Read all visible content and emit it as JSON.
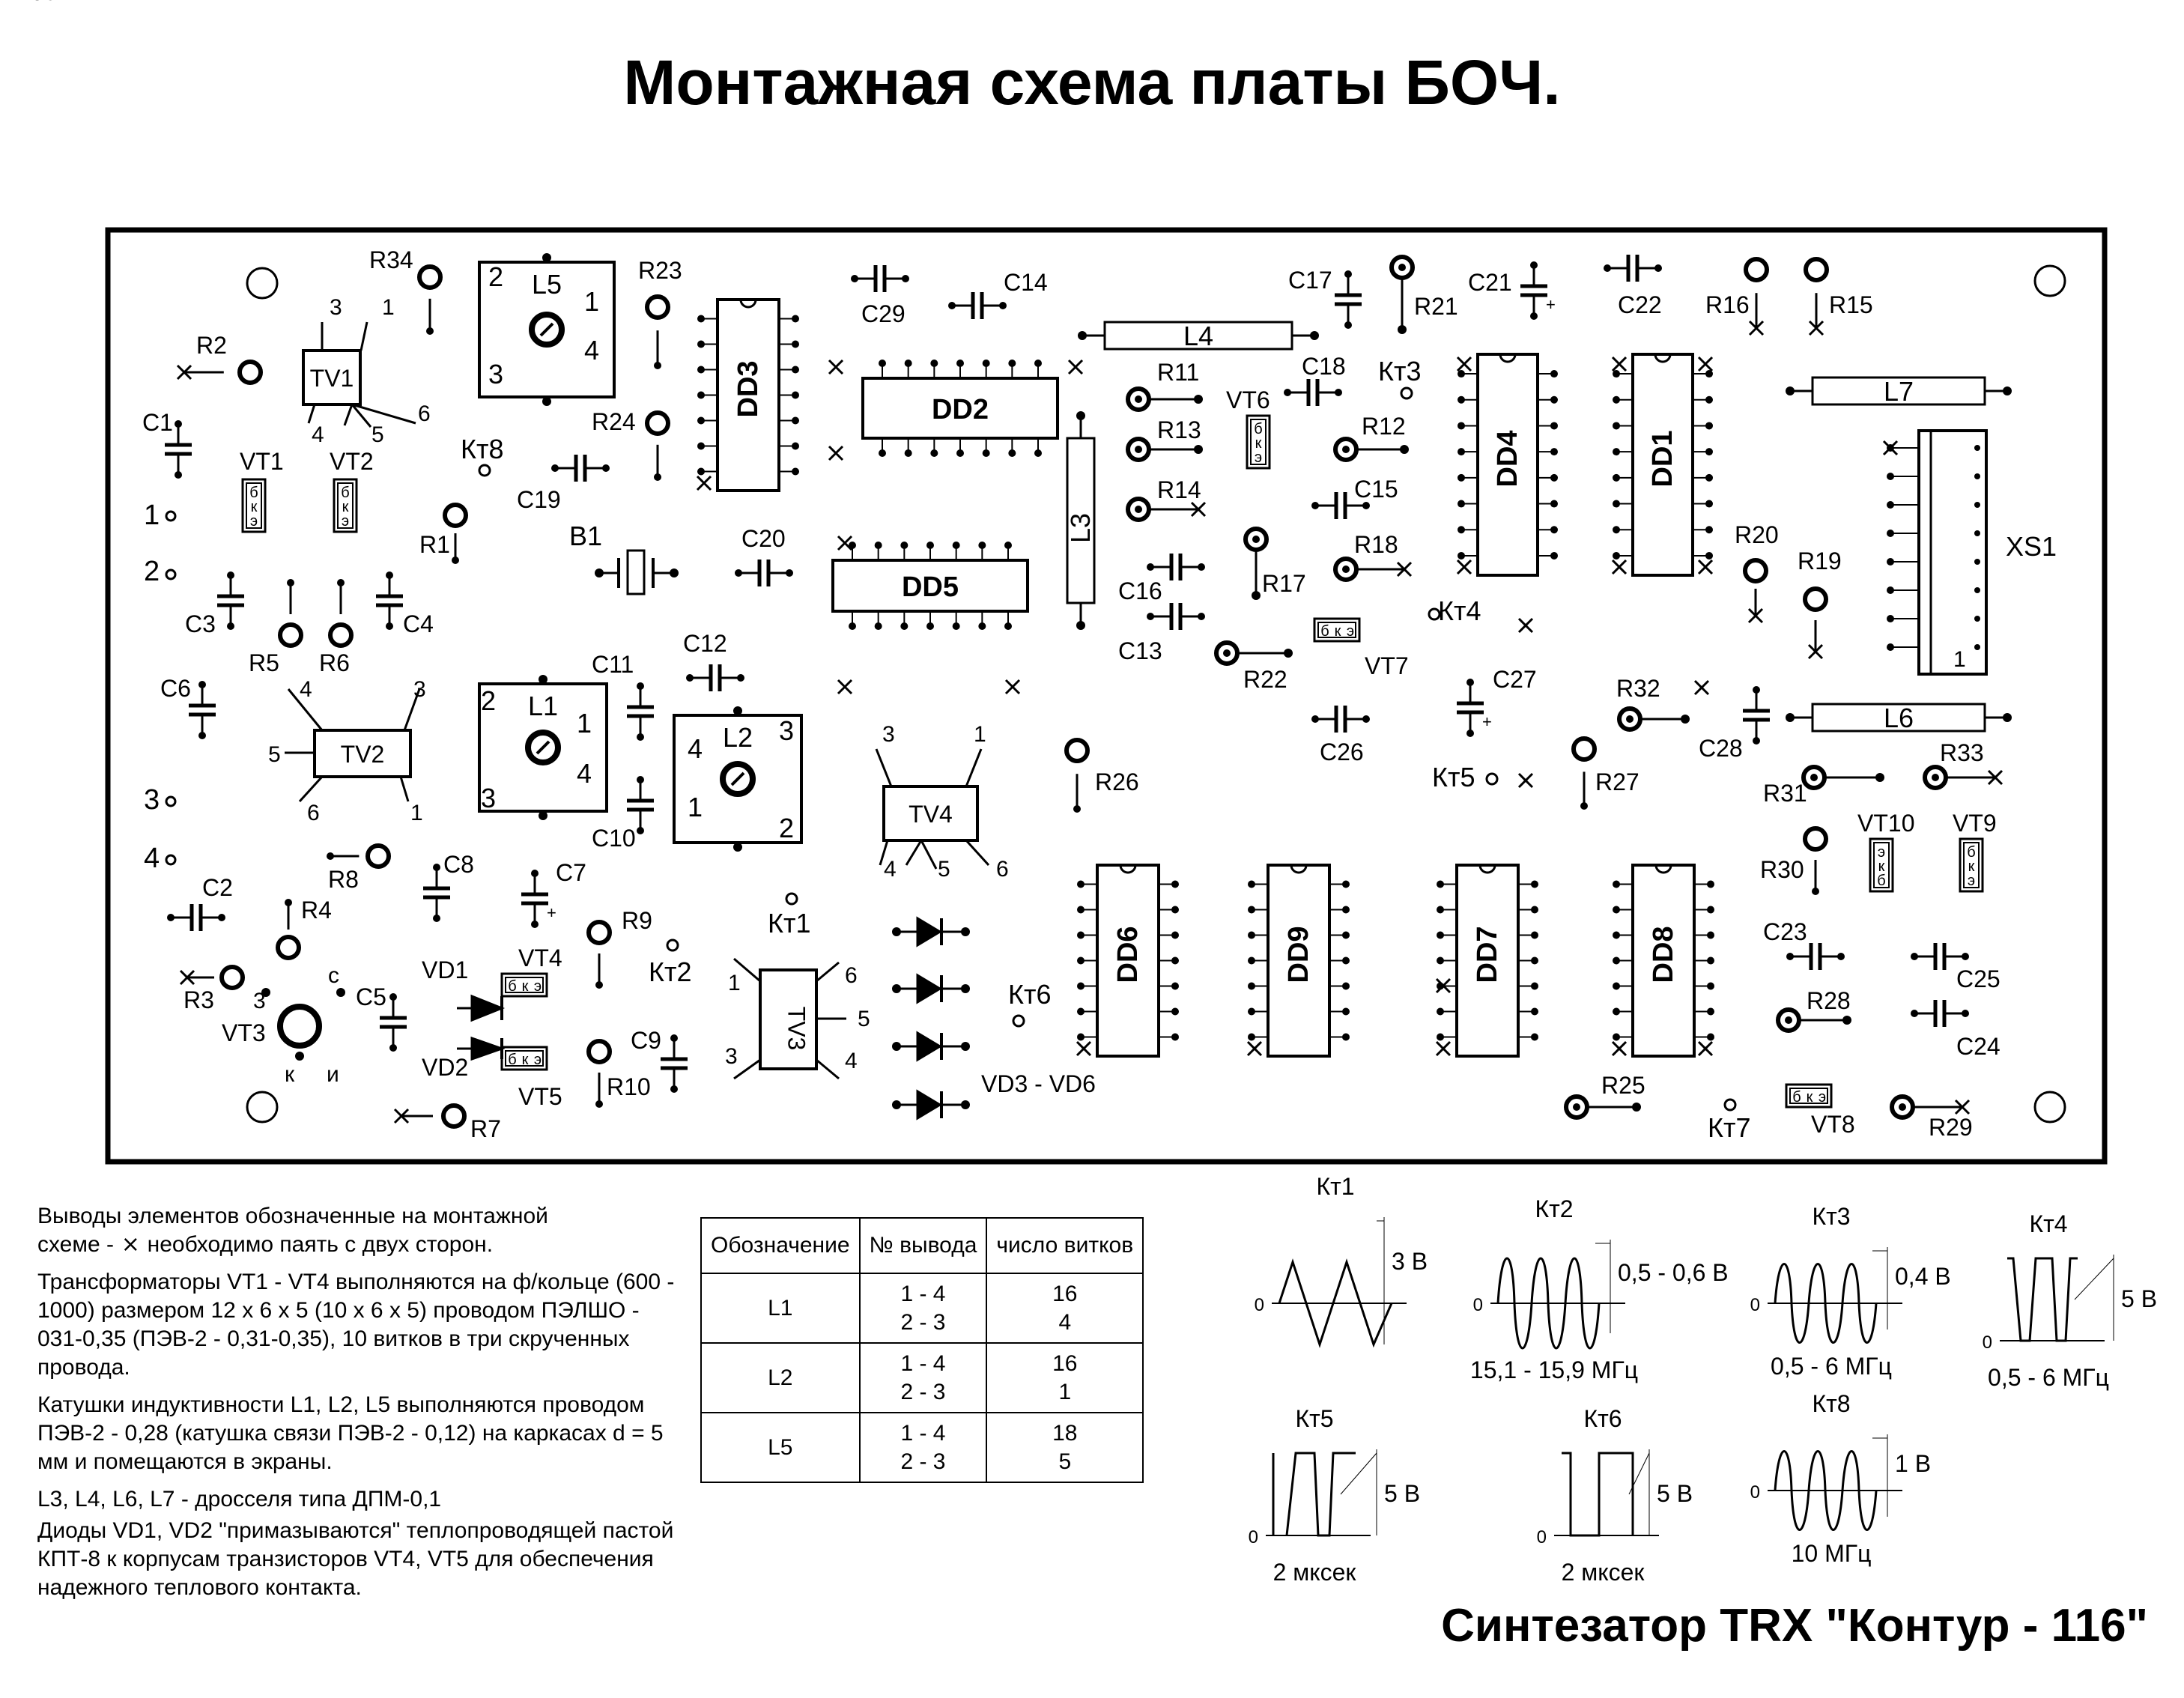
{
  "title": "Монтажная схема платы БОЧ.",
  "footer_title": "Синтезатор TRX \"Контур - 116\"",
  "board": {
    "labels": {
      "R34": "R34",
      "R23": "R23",
      "R2": "R2",
      "R1": "R1",
      "R5": "R5",
      "R6": "R6",
      "R24": "R24",
      "R3": "R3",
      "R4": "R4",
      "R7": "R7",
      "R8": "R8",
      "R9": "R9",
      "R10": "R10",
      "R11": "R11",
      "R12": "R12",
      "R13": "R13",
      "R14": "R14",
      "R15": "R15",
      "R16": "R16",
      "R17": "R17",
      "R18": "R18",
      "R19": "R19",
      "R20": "R20",
      "R21": "R21",
      "R22": "R22",
      "R25": "R25",
      "R26": "R26",
      "R27": "R27",
      "R28": "R28",
      "R29": "R29",
      "R30": "R30",
      "R31": "R31",
      "R32": "R32",
      "R33": "R33",
      "C1": "C1",
      "C2": "C2",
      "C3": "C3",
      "C4": "C4",
      "C5": "C5",
      "C6": "C6",
      "C7": "C7",
      "C8": "C8",
      "C9": "C9",
      "C10": "C10",
      "C11": "C11",
      "C12": "C12",
      "C13": "C13",
      "C14": "C14",
      "C15": "C15",
      "C16": "C16",
      "C17": "C17",
      "C18": "C18",
      "C19": "C19",
      "C20": "C20",
      "C21": "C21",
      "C22": "C22",
      "C23": "C23",
      "C24": "C24",
      "C25": "C25",
      "C26": "C26",
      "C27": "C27",
      "C28": "C28",
      "C29": "C29",
      "DD1": "DD1",
      "DD2": "DD2",
      "DD3": "DD3",
      "DD4": "DD4",
      "DD5": "DD5",
      "DD6": "DD6",
      "DD7": "DD7",
      "DD8": "DD8",
      "DD9": "DD9",
      "TV1": "TV1",
      "TV2": "TV2",
      "TV3": "TV3",
      "TV4": "TV4",
      "L1": "L1",
      "L2": "L2",
      "L3": "L3",
      "L4": "L4",
      "L5": "L5",
      "L6": "L6",
      "L7": "L7",
      "VT1": "VT1",
      "VT2": "VT2",
      "VT3": "VT3",
      "VT4": "VT4",
      "VT5": "VT5",
      "VT6": "VT6",
      "VT7": "VT7",
      "VT8": "VT8",
      "VT9": "VT9",
      "VT10": "VT10",
      "VD1": "VD1",
      "VD2": "VD2",
      "VD3_6": "VD3 - VD6",
      "XS1": "XS1",
      "B1": "B1",
      "Kt1": "Кт1",
      "Kt2": "Кт2",
      "Kt3": "Кт3",
      "Kt4": "Кт4",
      "Kt5": "Кт5",
      "Kt6": "Кт6",
      "Kt7": "Кт7",
      "Kt8": "Кт8",
      "n1": "1",
      "n2": "2",
      "n3": "3",
      "n4": "4",
      "pin1": "1",
      "pin2": "2",
      "pin3": "3",
      "pin4": "4",
      "pin5": "5",
      "pin6": "6",
      "b": "б",
      "k": "к",
      "e": "э",
      "s": "с",
      "i": "и"
    }
  },
  "notes": {
    "n1a": "Выводы элементов обозначенные на монтажной",
    "n1b": "схеме -",
    "n1c": "необходимо паять с двух сторон.",
    "n2": "Трансформаторы VT1 - VT4 выполняются на ф/кольце (600 - 1000) размером 12 х 6 х 5 (10 х 6 х 5) проводом ПЭЛШО - 031-0,35 (ПЭВ-2 - 0,31-0,35), 10 витков в три скрученных провода.",
    "n3": "Катушки индуктивности L1, L2, L5 выполняются проводом ПЭВ-2 - 0,28 (катушка связи ПЭВ-2 - 0,12) на каркасах d = 5 мм и помещаются в экраны.",
    "n4": "L3, L4, L6, L7 - дросселя типа ДПМ-0,1",
    "n5": "Диоды VD1, VD2 \"примазываются\" теплопроводящей пастой КПТ-8 к корпусам транзисторов VT4, VT5 для обеспечения надежного теплового контакта."
  },
  "table": {
    "headers": [
      "Обозначение",
      "№ вывода",
      "число витков"
    ],
    "rows": [
      {
        "name": "L1",
        "pins_a": "1 - 4",
        "pins_b": "2 - 3",
        "turns_a": "16",
        "turns_b": "4"
      },
      {
        "name": "L2",
        "pins_a": "1 - 4",
        "pins_b": "2 - 3",
        "turns_a": "16",
        "turns_b": "1"
      },
      {
        "name": "L5",
        "pins_a": "1 - 4",
        "pins_b": "2 - 3",
        "turns_a": "18",
        "turns_b": "5"
      }
    ]
  },
  "waves": [
    {
      "label": "Кт1",
      "zero": "0",
      "amp": "3 В",
      "freq": ""
    },
    {
      "label": "Кт2",
      "zero": "0",
      "amp": "0,5 - 0,6 В",
      "freq": "15,1 - 15,9 МГц"
    },
    {
      "label": "Кт3",
      "zero": "0",
      "amp": "0,4 В",
      "freq": "0,5 - 6 МГц"
    },
    {
      "label": "Кт4",
      "zero": "0",
      "amp": "5 В",
      "freq": "0,5 - 6 МГц"
    },
    {
      "label": "Кт5",
      "zero": "0",
      "amp": "5 В",
      "freq": "2 мксек"
    },
    {
      "label": "Кт6",
      "zero": "0",
      "amp": "5 В",
      "freq": "2 мксек"
    },
    {
      "label": "Кт8",
      "zero": "0",
      "amp": "1 В",
      "freq": "10 МГц"
    }
  ]
}
